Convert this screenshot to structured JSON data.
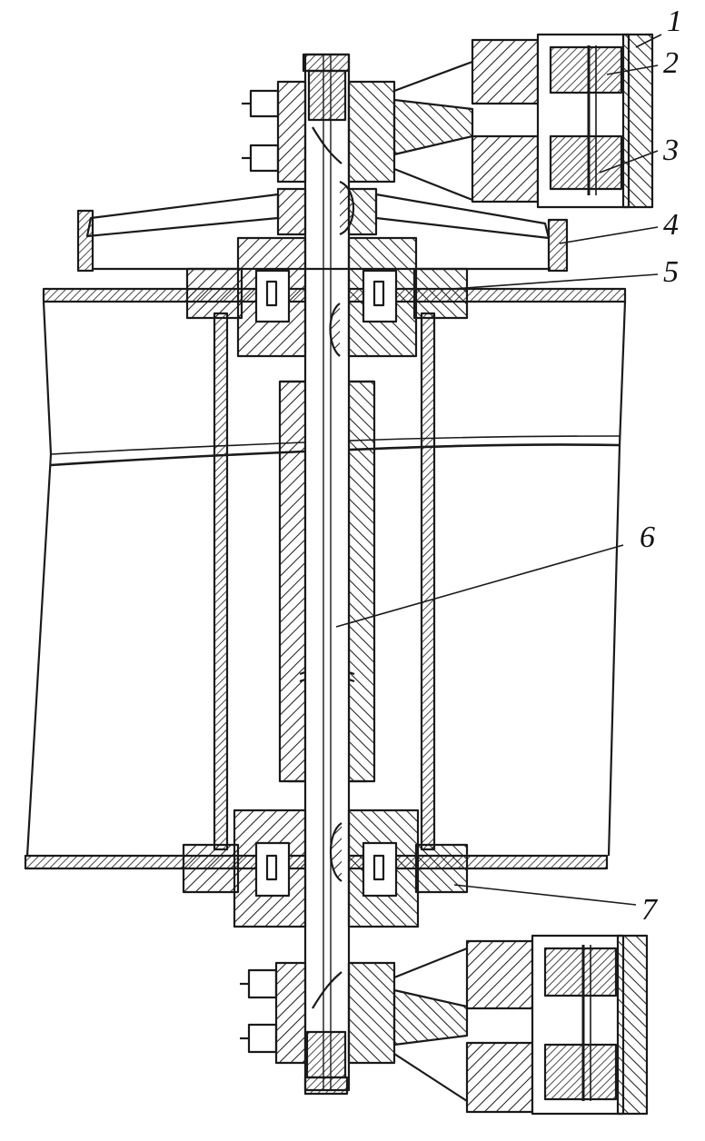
{
  "drawing": {
    "callouts": [
      {
        "id": "1",
        "text": "1"
      },
      {
        "id": "2",
        "text": "2"
      },
      {
        "id": "3",
        "text": "3"
      },
      {
        "id": "4",
        "text": "4"
      },
      {
        "id": "5",
        "text": "5"
      },
      {
        "id": "6",
        "text": "6"
      },
      {
        "id": "7",
        "text": "7"
      }
    ]
  },
  "colors": {
    "ink": "#1a1a1a",
    "paper": "#ffffff"
  }
}
